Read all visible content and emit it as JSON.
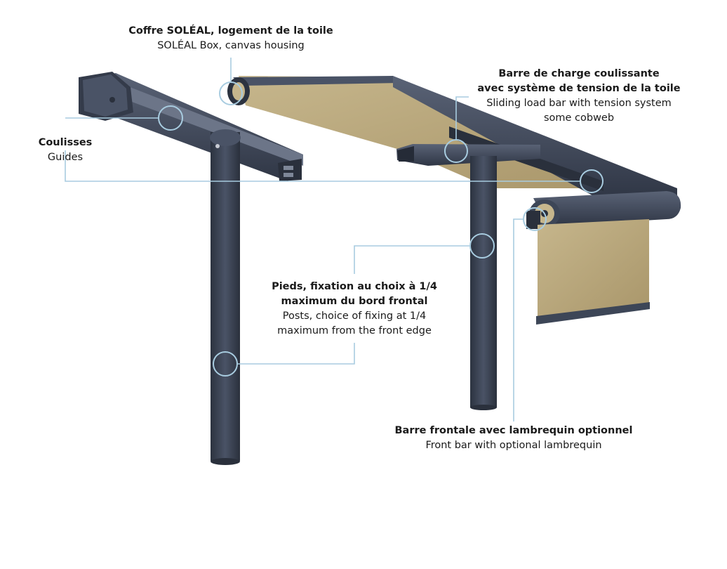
{
  "callouts": {
    "box": {
      "title": "Coffre SOLÉAL, logement de la toile",
      "subtitle": "SOLÉAL Box, canvas housing"
    },
    "load_bar": {
      "title_line1": "Barre de charge coulissante",
      "title_line2": "avec système de tension de la toile",
      "subtitle_line1": "Sliding load bar with tension system",
      "subtitle_line2": "some cobweb"
    },
    "guides": {
      "title": "Coulisses",
      "subtitle": "Guides"
    },
    "posts": {
      "title_line1": "Pieds, fixation au choix à 1/4",
      "title_line2": "maximum du bord frontal",
      "subtitle_line1": "Posts, choice of fixing at 1/4",
      "subtitle_line2": "maximum from the front edge"
    },
    "front_bar": {
      "title": "Barre frontale avec lambrequin optionnel",
      "subtitle": "Front bar with optional lambrequin"
    }
  },
  "colors": {
    "frame": "#3d4657",
    "frame_dark": "#252b37",
    "canvas": "#b8a67a",
    "leader": "#a8cce0"
  }
}
